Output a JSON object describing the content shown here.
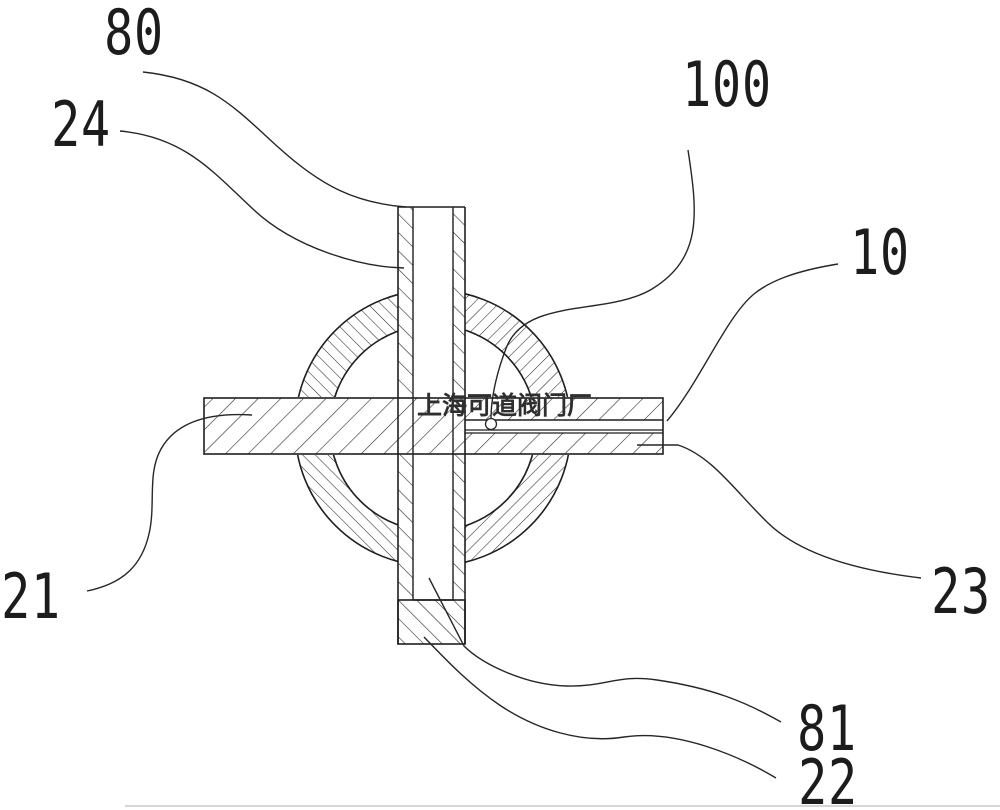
{
  "watermark": {
    "text": "上海可道阀门厂",
    "color": "#2f2f2f"
  },
  "labels": {
    "l80": {
      "text": "80"
    },
    "l24": {
      "text": "24"
    },
    "l100": {
      "text": "100"
    },
    "l10": {
      "text": "10"
    },
    "l21": {
      "text": "21"
    },
    "l23": {
      "text": "23"
    },
    "l81": {
      "text": "81"
    },
    "l22": {
      "text": "22"
    }
  },
  "colors": {
    "line": "#222222",
    "hatch": "#2b2b2b",
    "background": "#ffffff",
    "bottom_border": "#c9c9c9"
  }
}
